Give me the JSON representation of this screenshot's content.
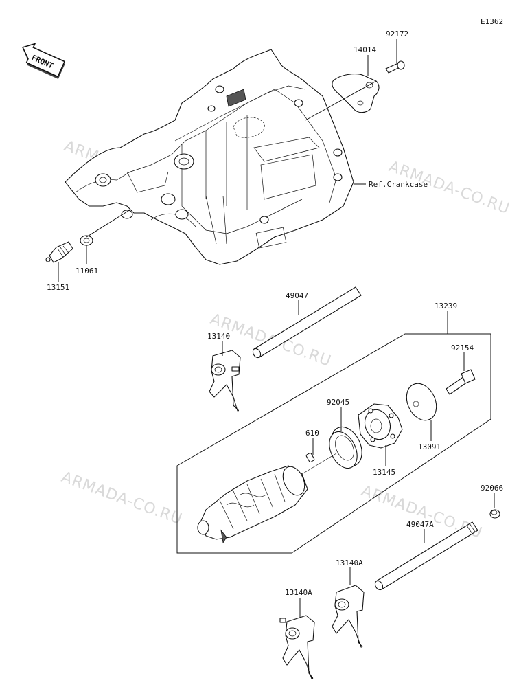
{
  "diagram_code": "E1362",
  "front_label": "FRONT",
  "reference_label": "Ref.Crankcase",
  "watermark_text": "ARMADA-CO.RU",
  "parts": [
    {
      "id": "92172",
      "label": "92172"
    },
    {
      "id": "14014",
      "label": "14014"
    },
    {
      "id": "13151",
      "label": "13151"
    },
    {
      "id": "11061",
      "label": "11061"
    },
    {
      "id": "49047",
      "label": "49047"
    },
    {
      "id": "13239",
      "label": "13239"
    },
    {
      "id": "13140",
      "label": "13140"
    },
    {
      "id": "92154",
      "label": "92154"
    },
    {
      "id": "92045",
      "label": "92045"
    },
    {
      "id": "610",
      "label": "610"
    },
    {
      "id": "13091",
      "label": "13091"
    },
    {
      "id": "13145",
      "label": "13145"
    },
    {
      "id": "92066",
      "label": "92066"
    },
    {
      "id": "49047A",
      "label": "49047A"
    },
    {
      "id": "13140A-upper",
      "label": "13140A"
    },
    {
      "id": "13140A-lower",
      "label": "13140A"
    }
  ],
  "colors": {
    "line": "#111111",
    "watermark": "#d9d9d9",
    "background": "#ffffff"
  }
}
